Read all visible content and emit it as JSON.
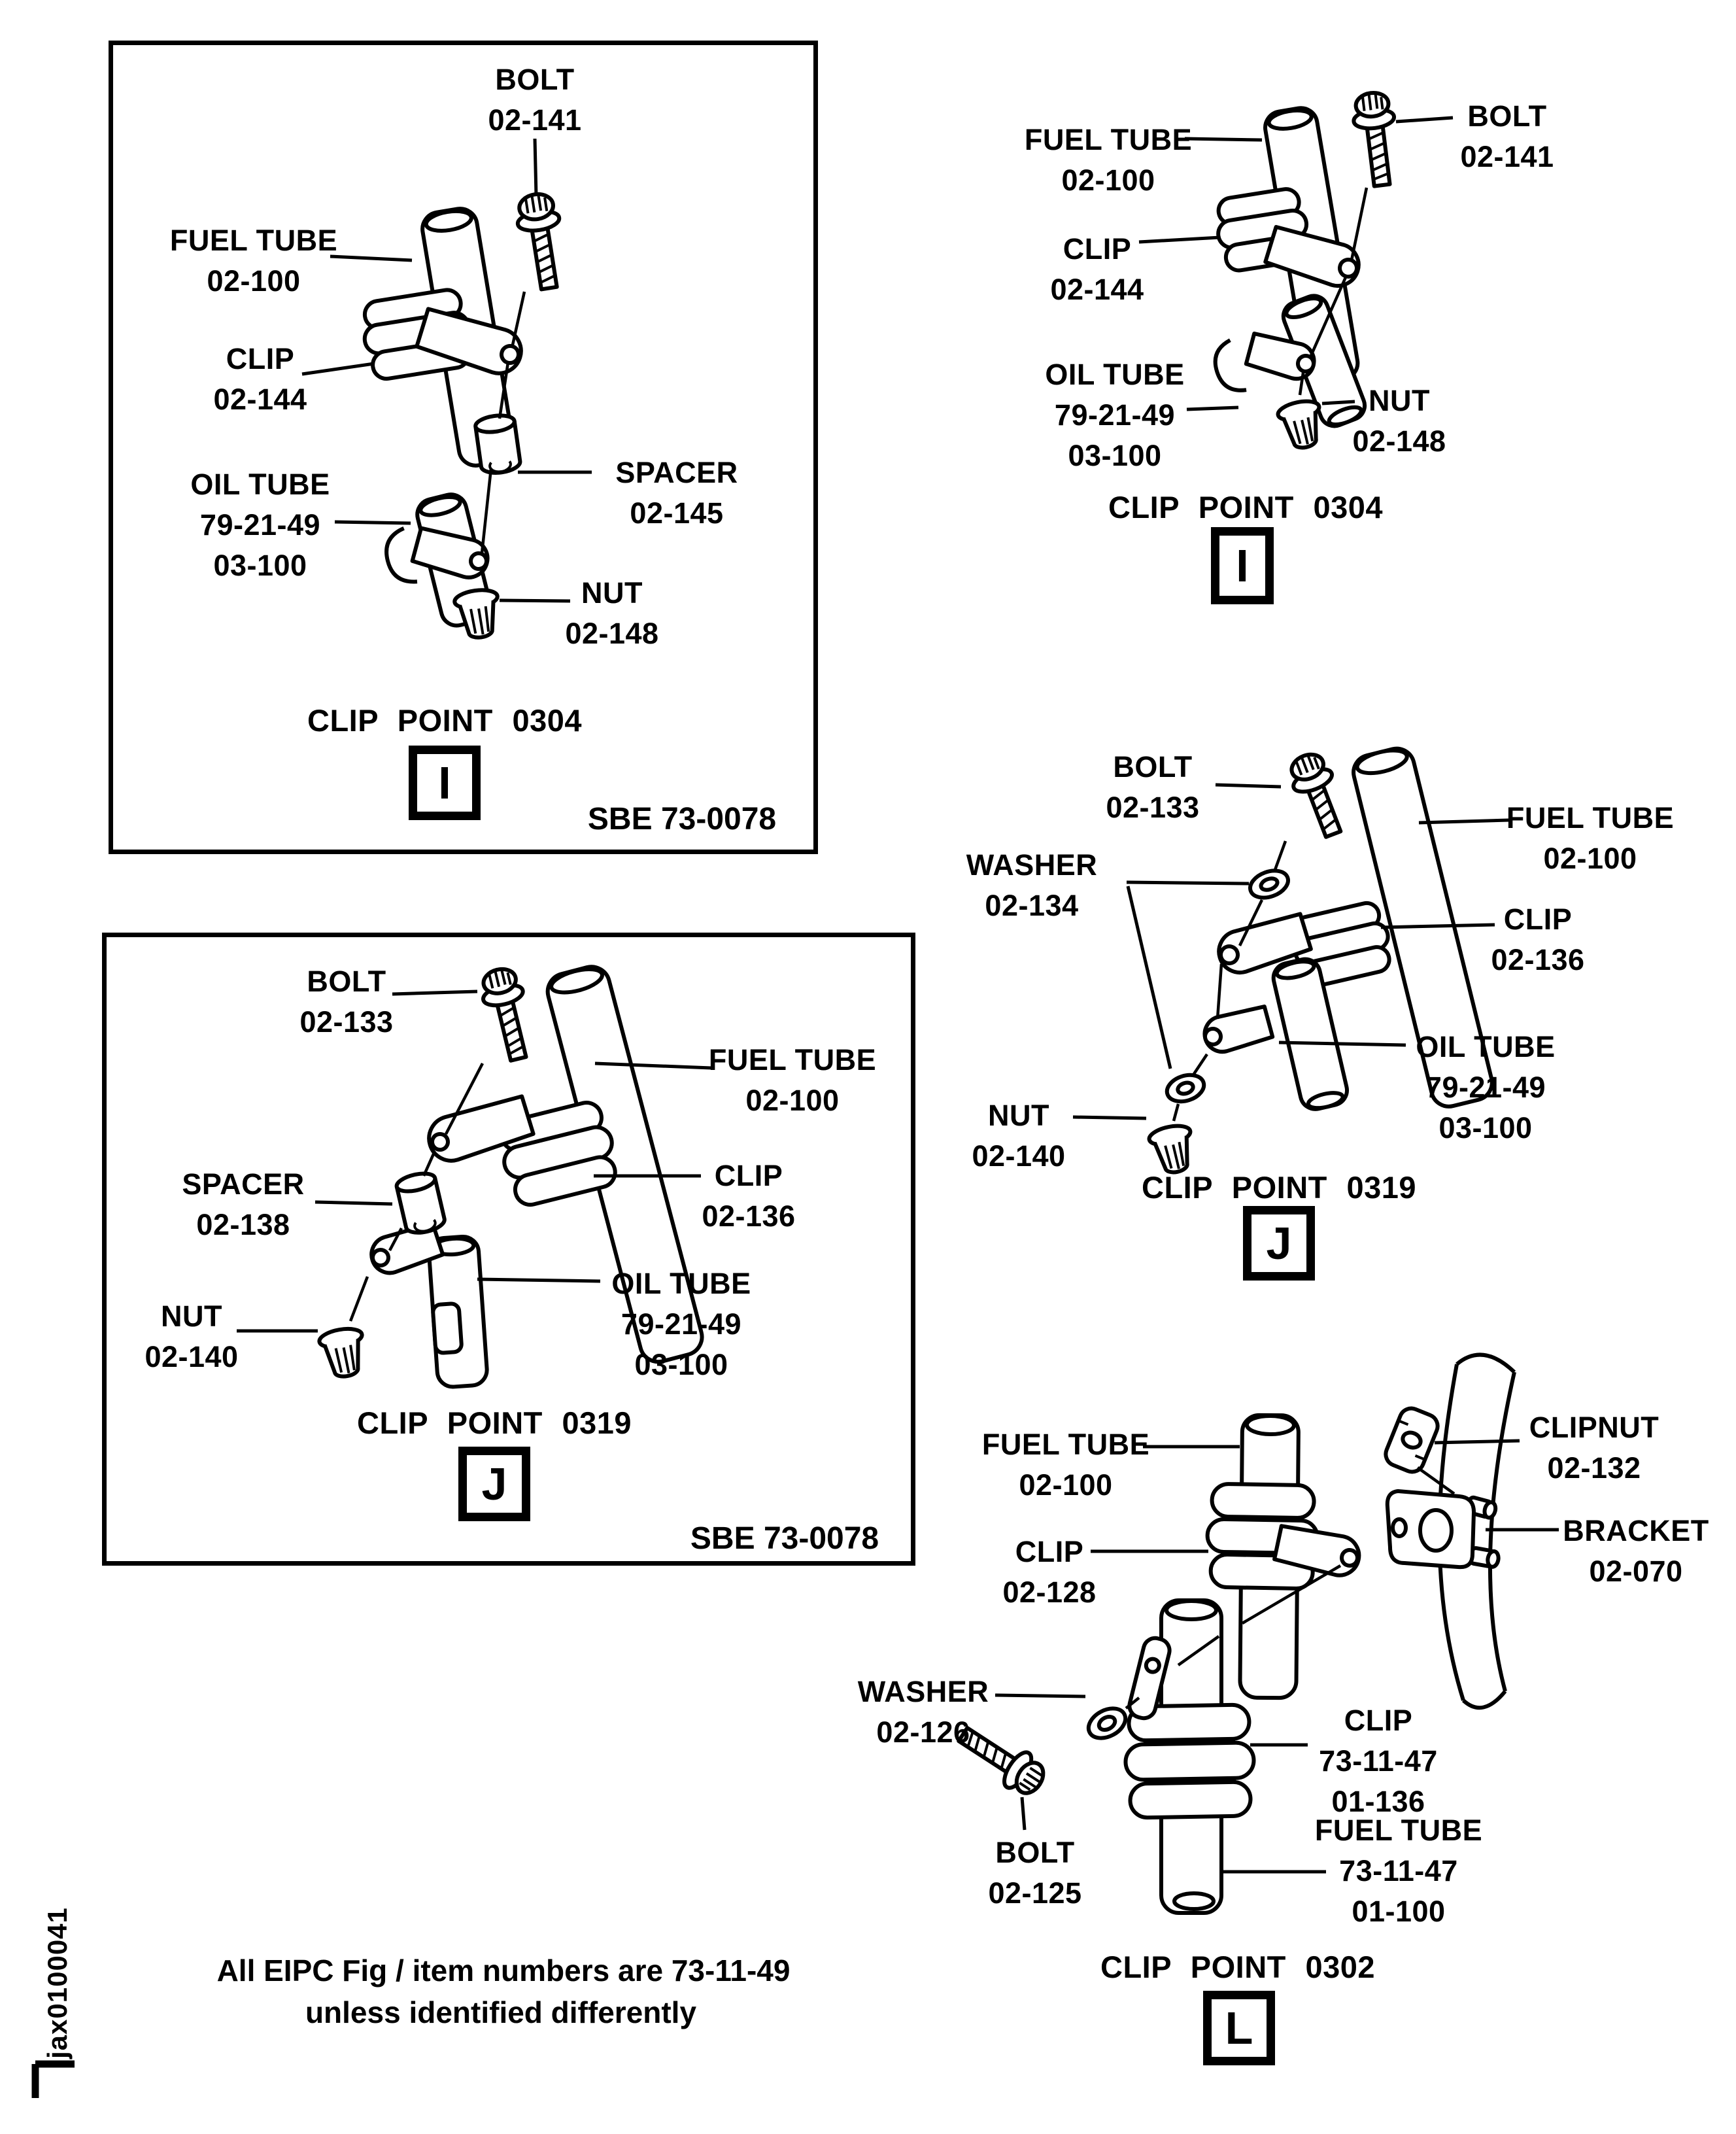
{
  "page": {
    "background": "#ffffff",
    "ink": "#000000"
  },
  "side_code": "jax0100041",
  "footer": {
    "line1": "All EIPC Fig / item numbers are 73-11-49",
    "line2": "unless identified differently"
  },
  "panels": {
    "top_left": {
      "type": "boxed",
      "caption": "CLIP POINT 0304",
      "key_letter": "I",
      "ref": "SBE 73-0078",
      "labels": {
        "bolt": [
          "BOLT",
          "02-141"
        ],
        "fuel_tube": [
          "FUEL TUBE",
          "02-100"
        ],
        "clip": [
          "CLIP",
          "02-144"
        ],
        "oil_tube": [
          "OIL TUBE",
          "79-21-49",
          "03-100"
        ],
        "spacer": [
          "SPACER",
          "02-145"
        ],
        "nut": [
          "NUT",
          "02-148"
        ]
      }
    },
    "top_right": {
      "type": "open",
      "caption": "CLIP POINT 0304",
      "key_letter": "I",
      "labels": {
        "fuel_tube": [
          "FUEL TUBE",
          "02-100"
        ],
        "bolt": [
          "BOLT",
          "02-141"
        ],
        "clip": [
          "CLIP",
          "02-144"
        ],
        "oil_tube": [
          "OIL TUBE",
          "79-21-49",
          "03-100"
        ],
        "nut": [
          "NUT",
          "02-148"
        ]
      }
    },
    "mid_left": {
      "type": "boxed",
      "caption": "CLIP POINT 0319",
      "key_letter": "J",
      "ref": "SBE 73-0078",
      "labels": {
        "bolt": [
          "BOLT",
          "02-133"
        ],
        "fuel_tube": [
          "FUEL TUBE",
          "02-100"
        ],
        "spacer": [
          "SPACER",
          "02-138"
        ],
        "clip": [
          "CLIP",
          "02-136"
        ],
        "oil_tube": [
          "OIL TUBE",
          "79-21-49",
          "03-100"
        ],
        "nut": [
          "NUT",
          "02-140"
        ]
      }
    },
    "mid_right": {
      "type": "open",
      "caption": "CLIP POINT 0319",
      "key_letter": "J",
      "labels": {
        "bolt": [
          "BOLT",
          "02-133"
        ],
        "washer": [
          "WASHER",
          "02-134"
        ],
        "fuel_tube": [
          "FUEL TUBE",
          "02-100"
        ],
        "clip": [
          "CLIP",
          "02-136"
        ],
        "nut": [
          "NUT",
          "02-140"
        ],
        "oil_tube": [
          "OIL TUBE",
          "79-21-49",
          "03-100"
        ]
      }
    },
    "bottom_right": {
      "type": "open",
      "caption": "CLIP POINT 0302",
      "key_letter": "L",
      "labels": {
        "fuel_tube": [
          "FUEL TUBE",
          "02-100"
        ],
        "clipnut": [
          "CLIPNUT",
          "02-132"
        ],
        "clip": [
          "CLIP",
          "02-128"
        ],
        "bracket": [
          "BRACKET",
          "02-070"
        ],
        "washer": [
          "WASHER",
          "02-126"
        ],
        "clip2": [
          "CLIP",
          "73-11-47",
          "01-136"
        ],
        "bolt": [
          "BOLT",
          "02-125"
        ],
        "fuel_tube2": [
          "FUEL TUBE",
          "73-11-47",
          "01-100"
        ]
      }
    }
  }
}
